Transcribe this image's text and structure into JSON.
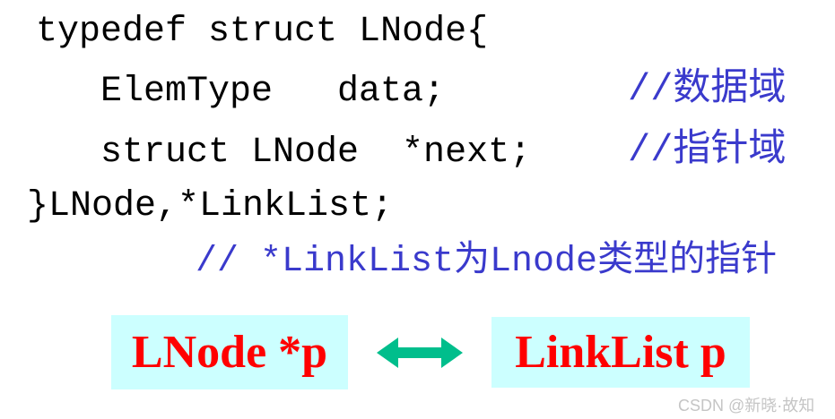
{
  "code": {
    "line1": "typedef struct LNode{",
    "line2_code": "ElemType   data;",
    "line2_comment": "//数据域",
    "line3_code": "struct LNode  *next;",
    "line3_comment": "//指针域",
    "line4": "}LNode,*LinkList;",
    "line5_comment": "// *LinkList为Lnode类型的指针"
  },
  "equivalence": {
    "left_box_label": "LNode *p",
    "right_box_label": "LinkList p"
  },
  "icons": {
    "equivalence_arrow": "double-headed-arrow"
  },
  "watermark": "CSDN @新晓·故知",
  "colors": {
    "code_text": "#000000",
    "comment_blue": "#3A3ACC",
    "box_background": "#CCFFFF",
    "box_text_red": "#FF0000",
    "arrow_teal": "#00BE8C",
    "watermark_gray": "#C5C5C5",
    "page_background": "#FFFFFF"
  }
}
